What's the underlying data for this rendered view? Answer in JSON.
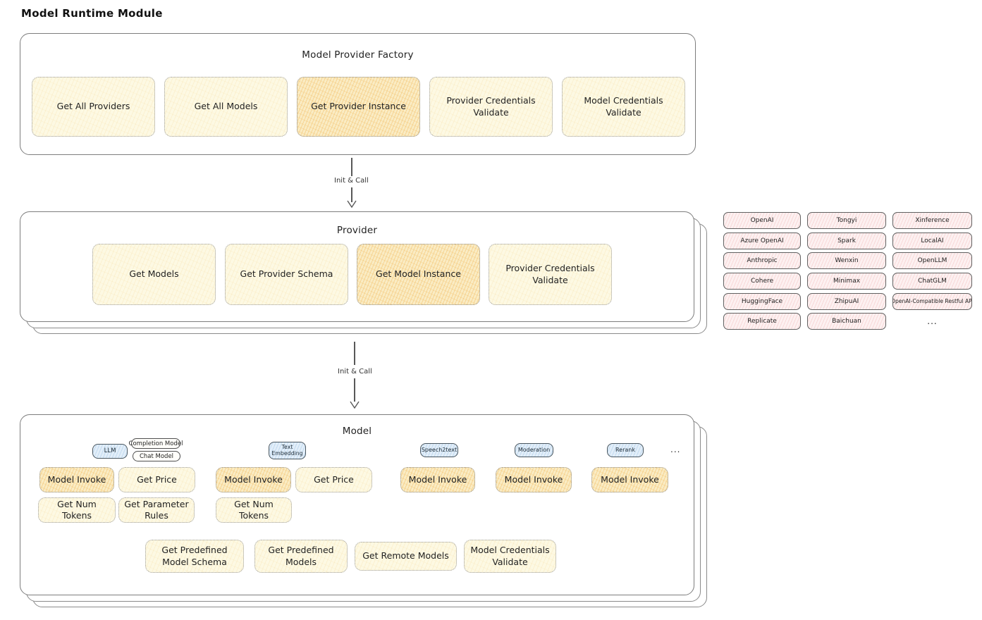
{
  "page_title": "Model Runtime Module",
  "factory": {
    "title": "Model Provider Factory",
    "buttons": [
      {
        "label": "Get All Providers",
        "highlighted": false
      },
      {
        "label": "Get All Models",
        "highlighted": false
      },
      {
        "label": "Get Provider Instance",
        "highlighted": true
      },
      {
        "label": "Provider Credentials Validate",
        "highlighted": false
      },
      {
        "label": "Model Credentials Validate",
        "highlighted": false
      }
    ]
  },
  "arrows": {
    "init_call_1": "Init & Call",
    "init_call_2": "Init & Call"
  },
  "provider": {
    "title": "Provider",
    "buttons": [
      {
        "label": "Get Models",
        "highlighted": false
      },
      {
        "label": "Get Provider Schema",
        "highlighted": false
      },
      {
        "label": "Get Model Instance",
        "highlighted": true
      },
      {
        "label": "Provider Credentials Validate",
        "highlighted": false
      }
    ]
  },
  "providers": {
    "items": [
      "OpenAI",
      "Tongyi",
      "Xinference",
      "Azure OpenAI",
      "Spark",
      "LocalAI",
      "Anthropic",
      "Wenxin",
      "OpenLLM",
      "Cohere",
      "Minimax",
      "ChatGLM",
      "HuggingFace",
      "ZhipuAI",
      "OpenAI-Compatible Restful API",
      "Replicate",
      "Baichuan",
      "..."
    ]
  },
  "model": {
    "title": "Model",
    "tags": {
      "llm": "LLM",
      "completion_model": "Completion Model",
      "chat_model": "Chat Model",
      "text_embedding": "Text Embedding",
      "speech2text": "Speech2text",
      "moderation": "Moderation",
      "rerank": "Rerank",
      "ellipsis": "..."
    },
    "buttons": {
      "llm_invoke": "Model Invoke",
      "llm_get_price": "Get Price",
      "llm_get_num_tokens": "Get Num Tokens",
      "llm_get_parameter_rules": "Get Parameter Rules",
      "te_invoke": "Model Invoke",
      "te_get_price": "Get Price",
      "te_get_num_tokens": "Get Num Tokens",
      "s2t_invoke": "Model Invoke",
      "mod_invoke": "Model Invoke",
      "rerank_invoke": "Model Invoke"
    },
    "bottom_buttons": [
      "Get Predefined Model Schema",
      "Get Predefined Models",
      "Get Remote Models",
      "Model Credentials Validate"
    ]
  },
  "colors": {
    "node_yellow": "#fdf9e3",
    "node_yellow_highlight": "#faecc4",
    "node_pink": "#fdf1f1",
    "node_blue": "#e2eef9",
    "stroke_gray": "#7d7d7d"
  }
}
